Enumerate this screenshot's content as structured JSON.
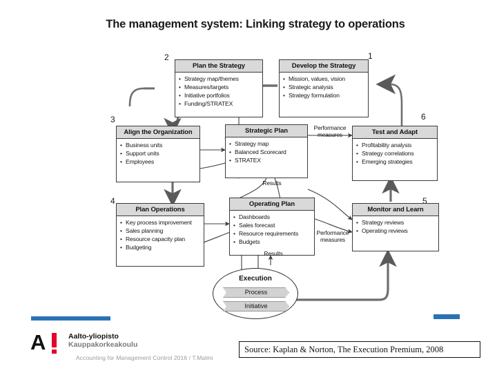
{
  "slide": {
    "title": "The management system: Linking strategy to operations",
    "source_note": "Source: Kaplan & Norton, The Execution Premium, 2008",
    "footer_note": "Accounting for Management Control 2016 / T.Malmi",
    "accent_color": "#2a72b5",
    "logo": {
      "mark": "A",
      "line1": "Aalto-yliopisto",
      "line2": "Kauppakorkeakoulu",
      "accent_color": "#e4002b"
    }
  },
  "diagram": {
    "type": "cycle-flow",
    "boxes": [
      {
        "id": "develop",
        "number": "1",
        "title": "Develop the Strategy",
        "items": [
          "Mission, values, vision",
          "Strategic analysis",
          "Strategy formulation"
        ]
      },
      {
        "id": "plan_strategy",
        "number": "2",
        "title": "Plan the Strategy",
        "items": [
          "Strategy map/themes",
          "Measures/targets",
          "Initiative portfolios",
          "Funding/STRATEX"
        ]
      },
      {
        "id": "align",
        "number": "3",
        "title": "Align the Organization",
        "items": [
          "Business units",
          "Support units",
          "Employees"
        ]
      },
      {
        "id": "plan_ops",
        "number": "4",
        "title": "Plan Operations",
        "items": [
          "Key process improvement",
          "Sales planning",
          "Resource capacity plan",
          "Budgeting"
        ]
      },
      {
        "id": "monitor",
        "number": "5",
        "title": "Monitor and Learn",
        "items": [
          "Strategy reviews",
          "Operating reviews"
        ]
      },
      {
        "id": "test",
        "number": "6",
        "title": "Test and Adapt",
        "items": [
          "Profitability analysis",
          "Strategy correlations",
          "Emerging strategies"
        ]
      },
      {
        "id": "strategic_plan",
        "number": "",
        "title": "Strategic Plan",
        "items": [
          "Strategy map",
          "Balanced Scorecard",
          "STRATEX"
        ]
      },
      {
        "id": "operating_plan",
        "number": "",
        "title": "Operating Plan",
        "items": [
          "Dashboards",
          "Sales forecast",
          "Resource requirements",
          "Budgets"
        ]
      }
    ],
    "execution": {
      "title": "Execution",
      "chevrons": [
        "Process",
        "Initiative"
      ]
    },
    "edge_labels": {
      "perf_top": "Performance\nmeasures",
      "perf_top_l1": "Performance",
      "perf_top_l2": "measures",
      "perf_bottom_l1": "Performance",
      "perf_bottom_l2": "measures",
      "results_top": "Results",
      "results_bottom": "Results"
    }
  }
}
